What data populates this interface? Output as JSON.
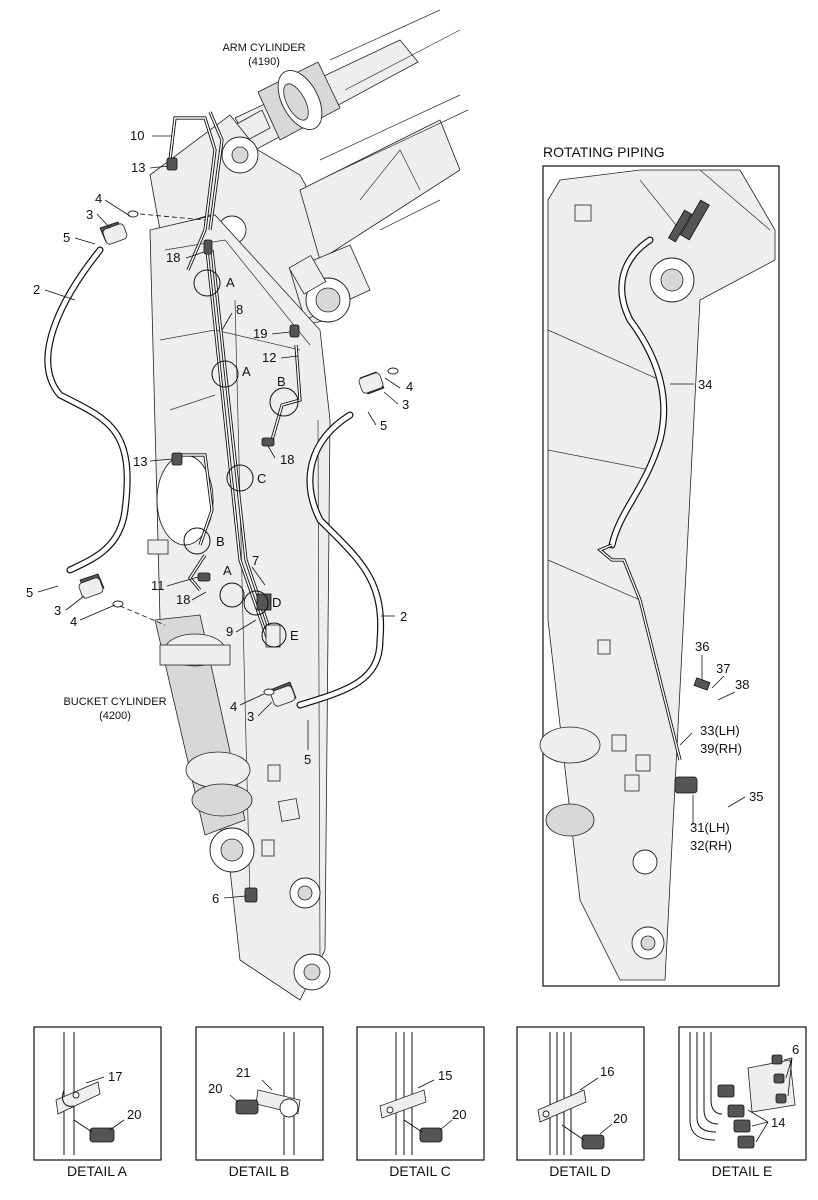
{
  "main_view": {
    "arm_cylinder_label": "ARM CYLINDER",
    "arm_cylinder_code": "(4190)",
    "bucket_cylinder_label": "BUCKET CYLINDER",
    "bucket_cylinder_code": "(4200)",
    "callouts": [
      "10",
      "13",
      "4",
      "3",
      "5",
      "18",
      "2",
      "8",
      "19",
      "12",
      "4",
      "3",
      "5",
      "13",
      "18",
      "11",
      "18",
      "7",
      "9",
      "5",
      "3",
      "4",
      "4",
      "3",
      "5",
      "2",
      "6"
    ],
    "detail_markers": [
      "A",
      "A",
      "A",
      "B",
      "B",
      "C",
      "D",
      "E"
    ]
  },
  "rotating_piping": {
    "title": "ROTATING PIPING",
    "callouts": [
      "34",
      "36",
      "37",
      "38",
      "33(LH)",
      "39(RH)",
      "35",
      "31(LH)",
      "32(RH)"
    ]
  },
  "details": [
    {
      "caption": "DETAIL  A",
      "callouts": [
        "17",
        "20"
      ]
    },
    {
      "caption": "DETAIL  B",
      "callouts": [
        "21",
        "20"
      ]
    },
    {
      "caption": "DETAIL  C",
      "callouts": [
        "15",
        "20"
      ]
    },
    {
      "caption": "DETAIL  D",
      "callouts": [
        "16",
        "20"
      ]
    },
    {
      "caption": "DETAIL  E",
      "callouts": [
        "6",
        "14"
      ]
    }
  ]
}
